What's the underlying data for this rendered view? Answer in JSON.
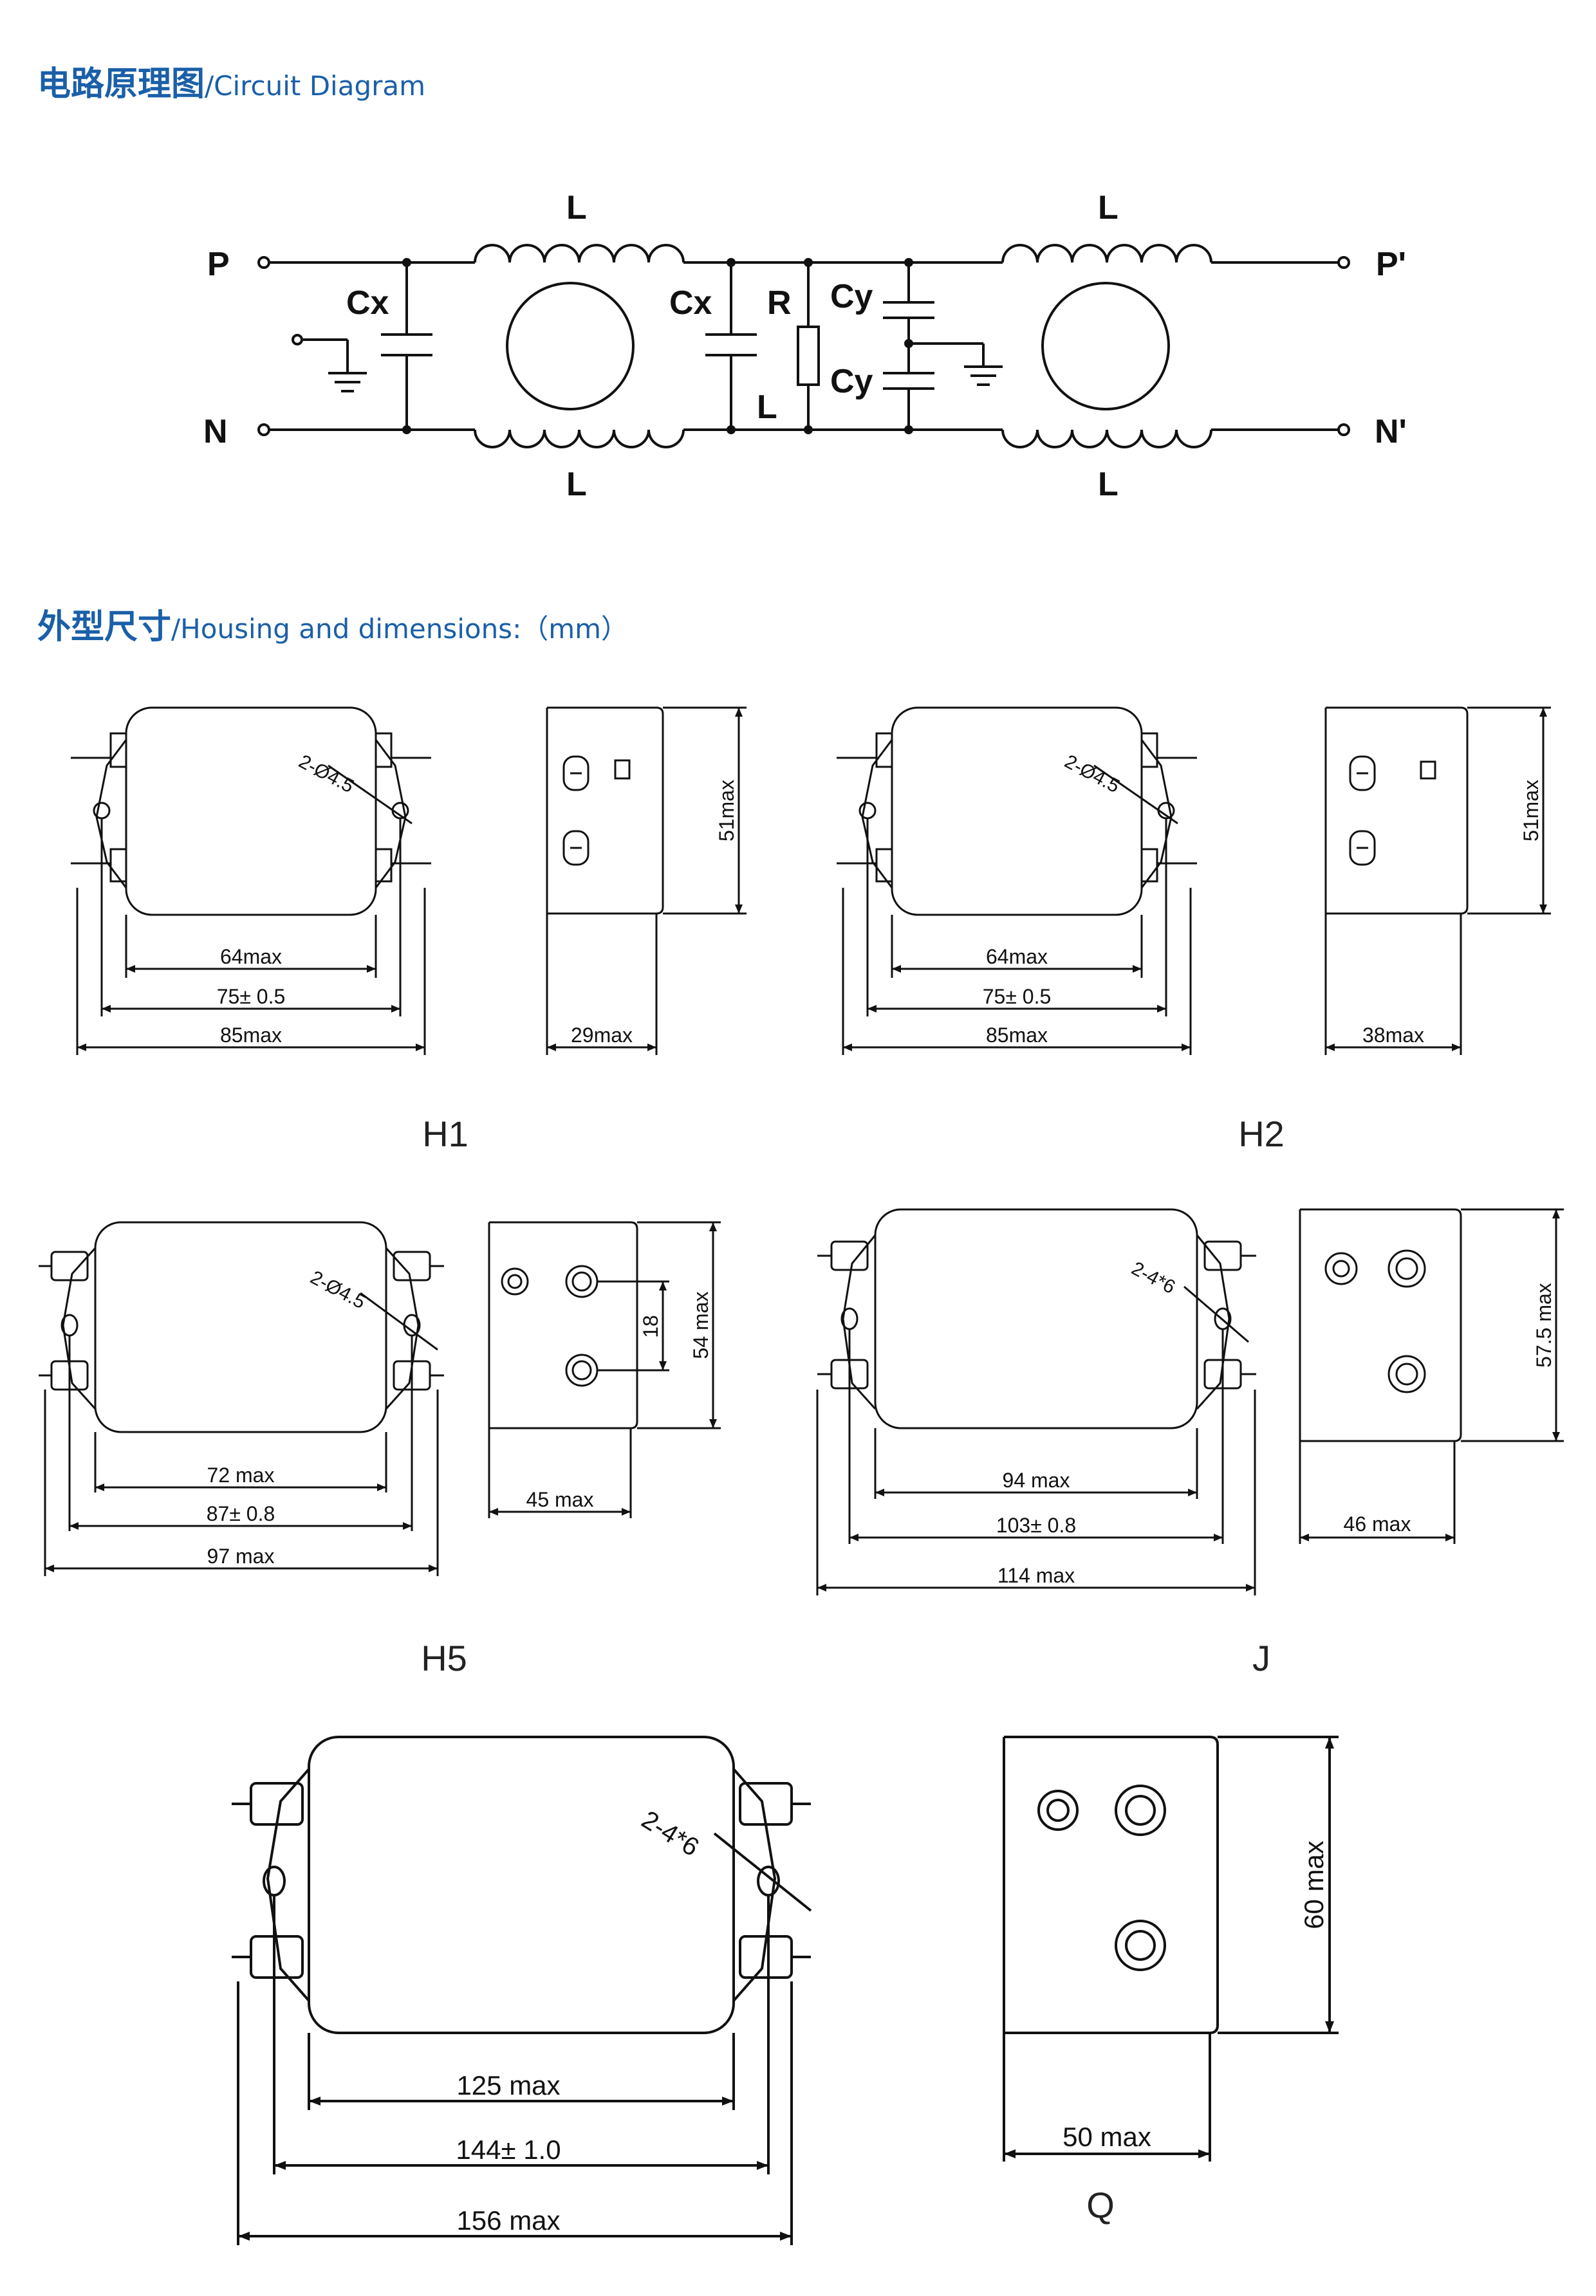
{
  "sections": {
    "circuit": {
      "title_zh": "电路原理图",
      "title_sep": "/",
      "title_en": "Circuit Diagram"
    },
    "housing": {
      "title_zh": "外型尺寸",
      "title_sep": "/",
      "title_en": "Housing and dimensions:（mm）"
    }
  },
  "circuit": {
    "terminals": {
      "p": "P",
      "n": "N",
      "p_out": "P'",
      "n_out": "N'"
    },
    "components": {
      "inductor_top_1": "L",
      "inductor_top_2": "L",
      "inductor_bot_1": "L",
      "inductor_bot_2": "L",
      "cx_1": "Cx",
      "cx_2": "Cx",
      "r": "R",
      "l_mid": "L",
      "cy_1": "Cy",
      "cy_2": "Cy"
    }
  },
  "models": {
    "h1": {
      "name": "H1",
      "hole": "2-Ø4.5",
      "w_body": "64max",
      "w_pitch": "75± 0.5",
      "w_total": "85max",
      "depth": "29max",
      "height": "51max"
    },
    "h2": {
      "name": "H2",
      "hole": "2-Ø4.5",
      "w_body": "64max",
      "w_pitch": "75± 0.5",
      "w_total": "85max",
      "depth": "38max",
      "height": "51max"
    },
    "h5": {
      "name": "H5",
      "hole": "2-Ø4.5",
      "w_body": "72 max",
      "w_pitch": "87± 0.8",
      "w_total": "97 max",
      "depth": "45 max",
      "height": "54 max",
      "terminal_pitch": "18"
    },
    "j": {
      "name": "J",
      "hole": "2-4*6",
      "w_body": "94 max",
      "w_pitch": "103± 0.8",
      "w_total": "114 max",
      "depth": "46 max",
      "height": "57.5 max"
    },
    "q": {
      "name": "Q",
      "hole": "2-4*6",
      "w_body": "125 max",
      "w_pitch": "144± 1.0",
      "w_total": "156 max",
      "depth": "50 max",
      "height": "60 max"
    }
  }
}
